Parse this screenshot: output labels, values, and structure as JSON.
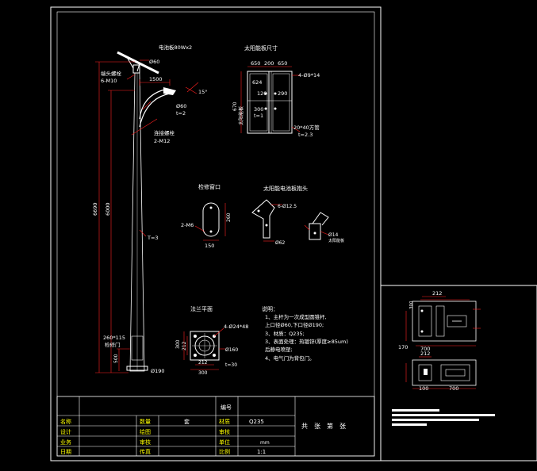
{
  "pole": {
    "panel_label": "电池板80Wx2",
    "dia_top": "Ø60",
    "bolt_note": "端头螺栓",
    "bolt_spec": "6-M10",
    "arm_len": "1500",
    "dia_arm": "Ø60",
    "arm_t": "t=2",
    "tilt": "15°",
    "plate_note": "连接螺栓",
    "plate_spec": "2-M12",
    "total_height": "6690",
    "pole_height": "6000",
    "thickness": "T=3",
    "door_size": "260*115",
    "door_label": "检修门",
    "door_offset": "500",
    "base_dia": "Ø190"
  },
  "panel": {
    "title": "太阳能板尺寸",
    "widths": [
      "650",
      "200",
      "650"
    ],
    "d1": "624",
    "d2": "120",
    "d3": "290",
    "d4": "300",
    "t1": "t=1",
    "hole": "4-Ø9*14",
    "left_dim": "670",
    "left_note": "太阳能板",
    "tube": "20*40方管",
    "tube_t": "t=2.3"
  },
  "door": {
    "title": "检修窗口",
    "bolt": "2-M6",
    "h": "260",
    "w": "150"
  },
  "bracket": {
    "title": "太阳能电池板抱头",
    "holes": "6-Ø12.5",
    "dia": "Ø62",
    "rod": "Ø14",
    "rod_note": "太阳能板"
  },
  "flange": {
    "title": "法兰平面",
    "hole": "4-Ø24*48",
    "d1": "300",
    "d2": "212",
    "w1": "212",
    "w2": "300",
    "dia": "Ø160",
    "t": "t=30"
  },
  "notes": {
    "title": "说明：",
    "lines": [
      "1、主杆为一次成型圆锥杆,",
      "   上口径Ø60,下口径Ø190;",
      "3、材质：Q235;",
      "3、表面处理：热镀锌(厚度≥85um)",
      "   后静电喷塑;",
      "4、电气门为背包门。"
    ]
  },
  "titleblock": {
    "rows": [
      [
        "名称",
        "",
        "数量",
        "套",
        "材质",
        "Q235"
      ],
      [
        "设计",
        "",
        "绘图",
        "",
        "审核",
        ""
      ],
      [
        "业务",
        "",
        "审核",
        "",
        "单位",
        "mm"
      ],
      [
        "日期",
        "",
        "传真",
        "",
        "比例",
        "1:1"
      ]
    ],
    "top_label": "编号",
    "right_text": "共　张　第　张"
  },
  "side": {
    "dim_top1": "212",
    "dim_top2": "300",
    "dim_left1": "170",
    "dim_bottom1": "700",
    "dim_top3": "212",
    "dim_bottom2": "100",
    "dim_bottom3": "700"
  },
  "colors": {
    "line": "#ffffff",
    "dim": "#ff0000",
    "text": "#ffffff",
    "accent": "#ffff00"
  }
}
